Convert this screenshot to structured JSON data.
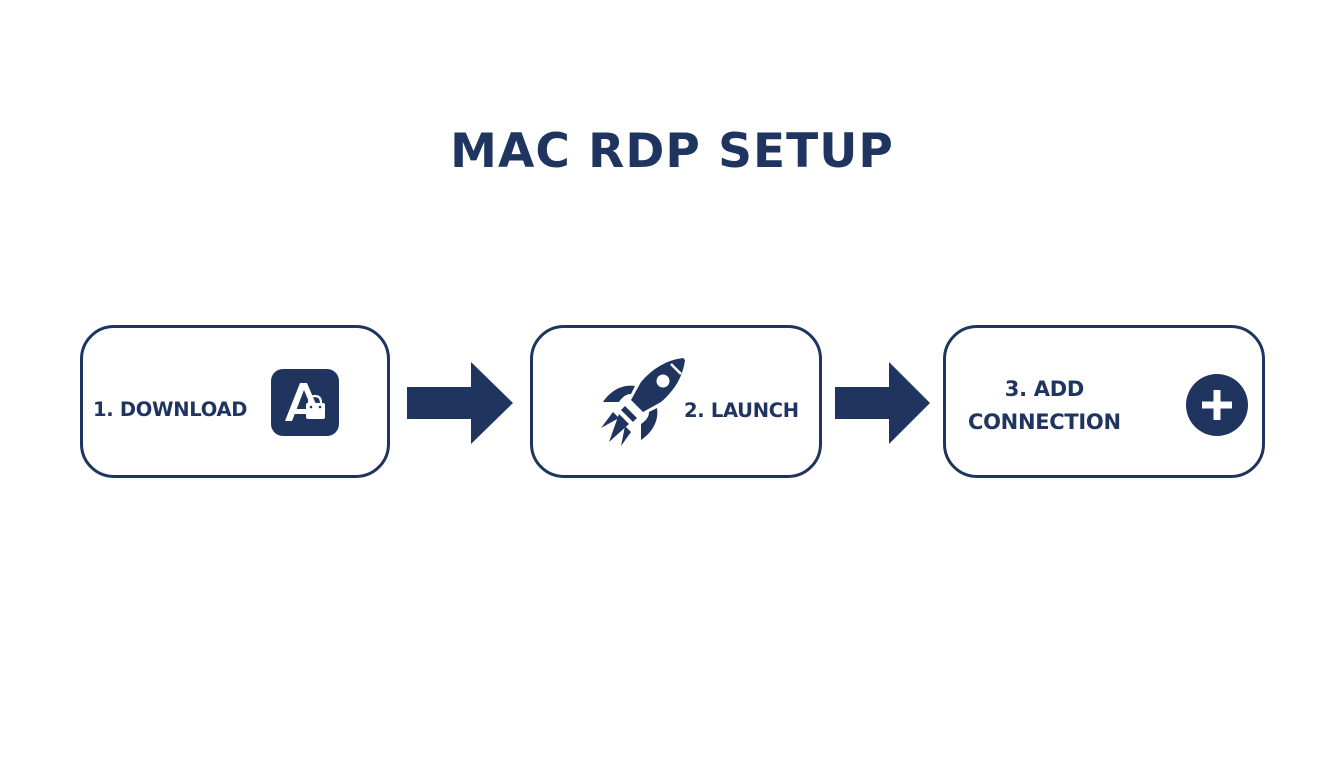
{
  "diagram": {
    "title": "MAC RDP SETUP",
    "steps": [
      {
        "label": "1. DOWNLOAD",
        "icon": "app-store-icon"
      },
      {
        "label": "2. LAUNCH",
        "icon": "rocket-icon"
      },
      {
        "label_lines": [
          "3. ADD",
          "CONNECTION"
        ],
        "icon": "plus-circle-icon"
      }
    ],
    "connectors": [
      {
        "from": "1. DOWNLOAD",
        "to": "2. LAUNCH",
        "icon": "arrow-right-icon"
      },
      {
        "from": "2. LAUNCH",
        "to": "3. ADD CONNECTION",
        "icon": "arrow-right-icon"
      }
    ],
    "colors": {
      "primary": "#1f3560",
      "background": "#ffffff"
    }
  }
}
